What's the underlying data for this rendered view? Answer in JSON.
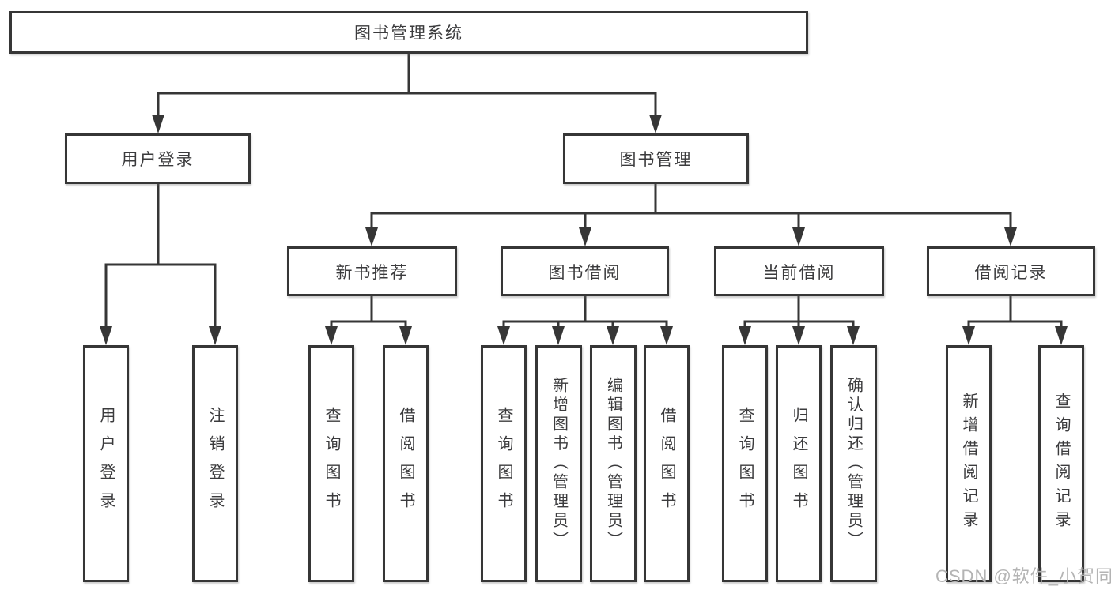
{
  "diagram": {
    "root": {
      "label": "图书管理系统"
    },
    "branches": {
      "login": {
        "label": "用户登录",
        "children": {
          "user": "用户登录",
          "logout": "注销登录"
        }
      },
      "mgmt": {
        "label": "图书管理",
        "sections": {
          "rec": {
            "label": "新书推荐",
            "children": {
              "query": "查询图书",
              "borrow": "借阅图书"
            }
          },
          "borrow": {
            "label": "图书借阅",
            "children": {
              "query": "查询图书",
              "add": "新增图书（管理员）",
              "edit": "编辑图书（管理员）",
              "borrow": "借阅图书"
            }
          },
          "current": {
            "label": "当前借阅",
            "children": {
              "query": "查询图书",
              "return": "归还图书",
              "confirm": "确认归还（管理员）"
            }
          },
          "records": {
            "label": "借阅记录",
            "children": {
              "add": "新增借阅记录",
              "query": "查询借阅记录"
            }
          }
        }
      }
    }
  },
  "colors": {
    "line": "#363636",
    "text": "#3b3b3d",
    "watermark": "#b4b4b4"
  },
  "watermark": {
    "text": "CSDN @软件_小贺同学"
  }
}
